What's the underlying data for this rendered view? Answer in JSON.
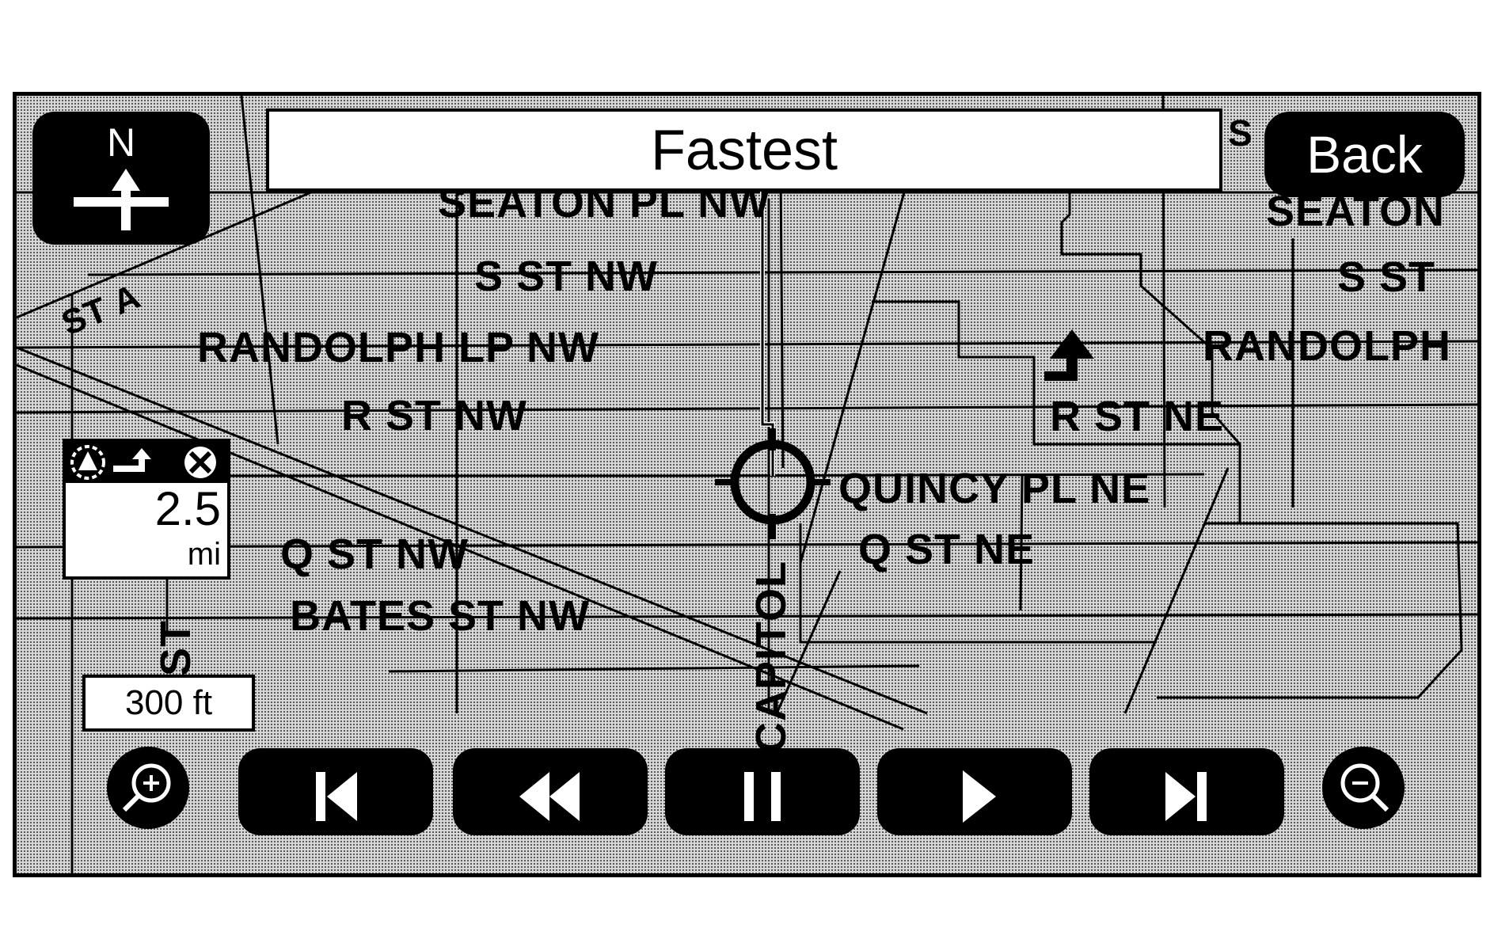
{
  "header": {
    "route_mode": "Fastest",
    "back_label": "Back"
  },
  "compass": {
    "heading": "N"
  },
  "maneuver": {
    "distance": "2.5",
    "unit": "mi"
  },
  "map": {
    "scale": "300 ft",
    "streets": {
      "seaton_pl_nw": "SEATON PL NW",
      "s_st_nw": "S ST NW",
      "randolph_lp_nw": "RANDOLPH LP NW",
      "r_st_nw": "R ST NW",
      "q_st_nw": "Q ST NW",
      "bates_st_nw": "BATES ST NW",
      "quincy_pl_ne": "QUINCY PL NE",
      "q_st_ne": "Q ST NE",
      "r_st_ne": "R ST NE",
      "seaton_right": "SEATON",
      "s_st_right": "S ST",
      "randolph_right": "RANDOLPH",
      "capitol": "CAPITOL",
      "i_st": "I ST",
      "diag_st": "ST A",
      "s_edge": "S"
    }
  },
  "icons": {
    "compass": "north-arrow-icon",
    "zoom_in": "zoom-in-icon",
    "zoom_out": "zoom-out-icon",
    "skip_start": "skip-to-start-icon",
    "rewind": "rewind-icon",
    "pause": "pause-icon",
    "play": "play-icon",
    "skip_end": "skip-to-end-icon"
  }
}
